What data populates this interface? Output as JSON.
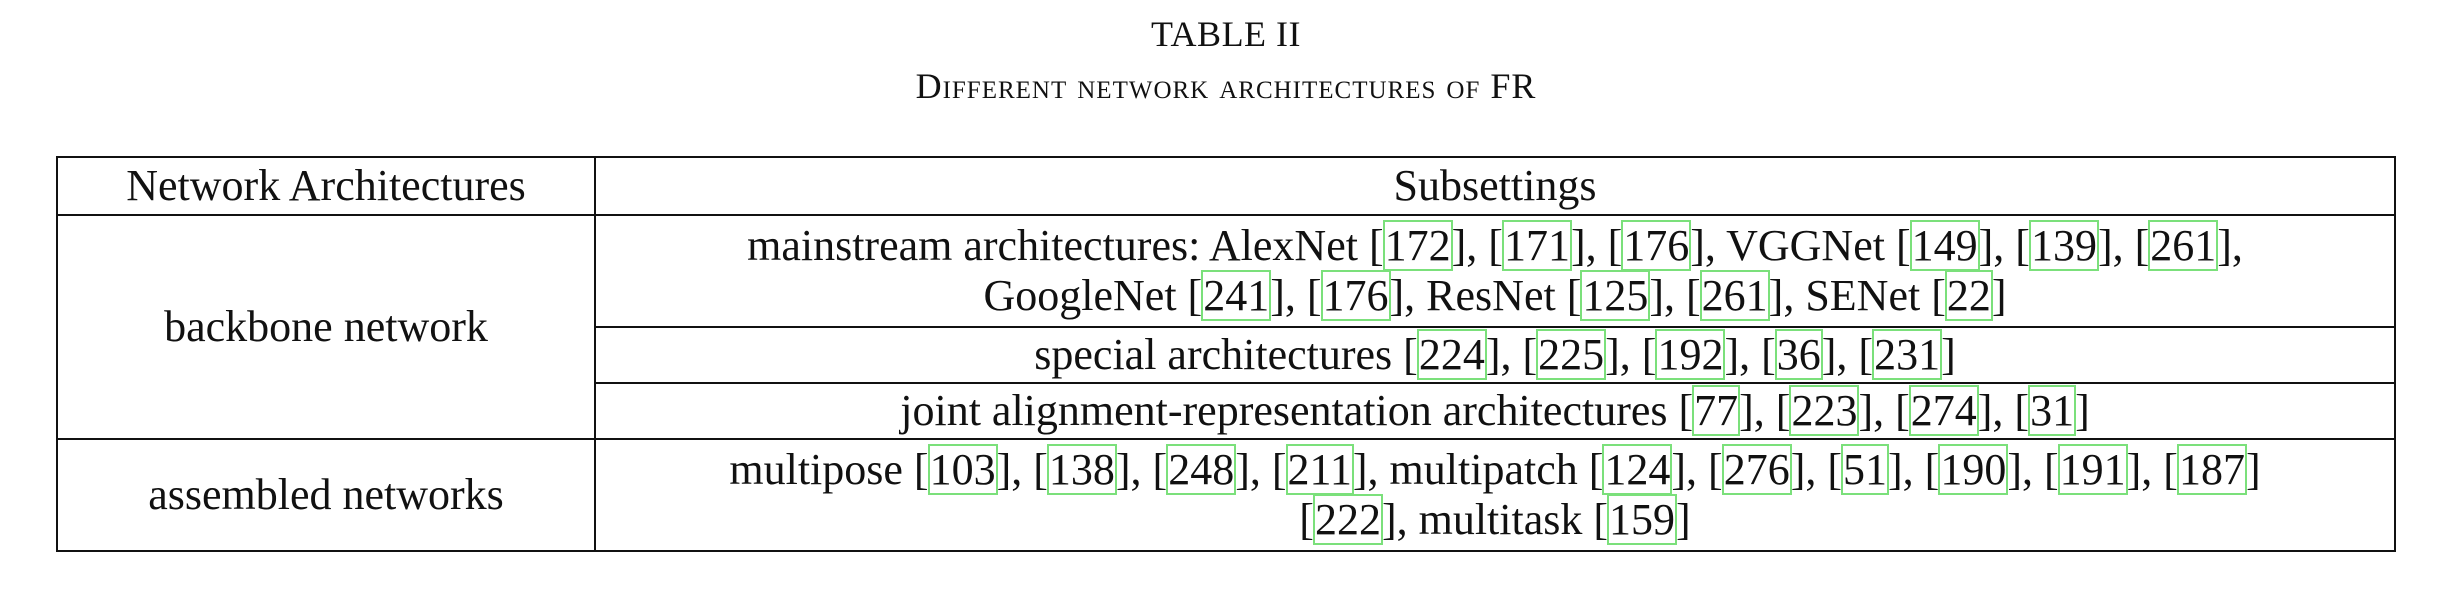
{
  "caption": {
    "label": "TABLE II",
    "title": "Different network architectures of FR"
  },
  "table": {
    "headers": [
      "Network Architectures",
      "Subsettings"
    ],
    "groups": [
      {
        "name": "backbone network",
        "rows": [
          {
            "segments": [
              {
                "t": "mainstream architectures: AlexNet ["
              },
              {
                "c": "172"
              },
              {
                "t": "], ["
              },
              {
                "c": "171"
              },
              {
                "t": "], ["
              },
              {
                "c": "176"
              },
              {
                "t": "], VGGNet ["
              },
              {
                "c": "149"
              },
              {
                "t": "], ["
              },
              {
                "c": "139"
              },
              {
                "t": "], ["
              },
              {
                "c": "261"
              },
              {
                "t": "],"
              },
              {
                "br": true
              },
              {
                "t": "GoogleNet ["
              },
              {
                "c": "241"
              },
              {
                "t": "], ["
              },
              {
                "c": "176"
              },
              {
                "t": "], ResNet ["
              },
              {
                "c": "125"
              },
              {
                "t": "], ["
              },
              {
                "c": "261"
              },
              {
                "t": "], SENet ["
              },
              {
                "c": "22"
              },
              {
                "t": "]"
              }
            ]
          },
          {
            "segments": [
              {
                "t": "special architectures ["
              },
              {
                "c": "224"
              },
              {
                "t": "], ["
              },
              {
                "c": "225"
              },
              {
                "t": "], ["
              },
              {
                "c": "192"
              },
              {
                "t": "], ["
              },
              {
                "c": "36"
              },
              {
                "t": "], ["
              },
              {
                "c": "231"
              },
              {
                "t": "]"
              }
            ]
          },
          {
            "segments": [
              {
                "t": "joint alignment-representation architectures ["
              },
              {
                "c": "77"
              },
              {
                "t": "], ["
              },
              {
                "c": "223"
              },
              {
                "t": "], ["
              },
              {
                "c": "274"
              },
              {
                "t": "], ["
              },
              {
                "c": "31"
              },
              {
                "t": "]"
              }
            ]
          }
        ]
      },
      {
        "name": "assembled networks",
        "rows": [
          {
            "segments": [
              {
                "t": "multipose ["
              },
              {
                "c": "103"
              },
              {
                "t": "], ["
              },
              {
                "c": "138"
              },
              {
                "t": "], ["
              },
              {
                "c": "248"
              },
              {
                "t": "], ["
              },
              {
                "c": "211"
              },
              {
                "t": "], multipatch ["
              },
              {
                "c": "124"
              },
              {
                "t": "], ["
              },
              {
                "c": "276"
              },
              {
                "t": "], ["
              },
              {
                "c": "51"
              },
              {
                "t": "], ["
              },
              {
                "c": "190"
              },
              {
                "t": "], ["
              },
              {
                "c": "191"
              },
              {
                "t": "], ["
              },
              {
                "c": "187"
              },
              {
                "t": "]"
              },
              {
                "br": true
              },
              {
                "t": "["
              },
              {
                "c": "222"
              },
              {
                "t": "], multitask ["
              },
              {
                "c": "159"
              },
              {
                "t": "]"
              }
            ]
          }
        ]
      }
    ]
  }
}
